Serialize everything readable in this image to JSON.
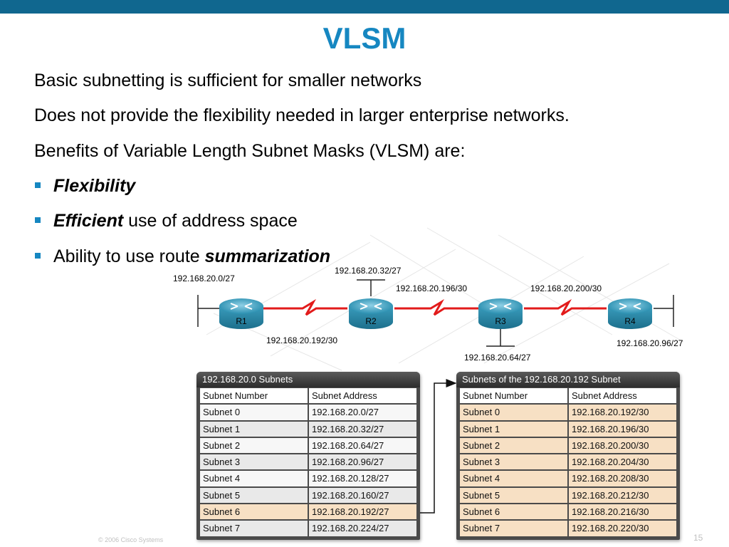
{
  "slide": {
    "title": "VLSM",
    "lines": [
      "Basic subnetting is sufficient for smaller networks",
      "Does not provide the flexibility needed in larger enterprise networks.",
      "Benefits of Variable Length Subnet Masks (VLSM) are:"
    ],
    "bullets": [
      {
        "emph": "Flexibility",
        "after": ""
      },
      {
        "emph": "Efficient",
        "after": " use of address space"
      },
      {
        "before": "Ability to use route ",
        "emph": "summarization"
      }
    ]
  },
  "diagram": {
    "routers": [
      "R1",
      "R2",
      "R3",
      "R4"
    ],
    "labels": {
      "r1_lan": "192.168.20.0/27",
      "r2_lan": "192.168.20.32/27",
      "r2_r3_link": "192.168.20.196/30",
      "r3_r4_link": "192.168.20.200/30",
      "r1_r2_link": "192.168.20.192/30",
      "r3_lan": "192.168.20.64/27",
      "r4_lan": "192.168.20.96/27"
    },
    "colors": {
      "serial_link": "#e21b1b",
      "router_body": "#2a8fb0"
    }
  },
  "table_left": {
    "title": "192.168.20.0 Subnets",
    "headers": [
      "Subnet Number",
      "Subnet Address"
    ],
    "rows": [
      [
        "Subnet 0",
        "192.168.20.0/27"
      ],
      [
        "Subnet 1",
        "192.168.20.32/27"
      ],
      [
        "Subnet 2",
        "192.168.20.64/27"
      ],
      [
        "Subnet 3",
        "192.168.20.96/27"
      ],
      [
        "Subnet 4",
        "192.168.20.128/27"
      ],
      [
        "Subnet 5",
        "192.168.20.160/27"
      ],
      [
        "Subnet 6",
        "192.168.20.192/27"
      ],
      [
        "Subnet 7",
        "192.168.20.224/27"
      ]
    ],
    "highlight_row": 6
  },
  "table_right": {
    "title": "Subnets of the 192.168.20.192 Subnet",
    "headers": [
      "Subnet Number",
      "Subnet Address"
    ],
    "rows": [
      [
        "Subnet 0",
        "192.168.20.192/30"
      ],
      [
        "Subnet 1",
        "192.168.20.196/30"
      ],
      [
        "Subnet 2",
        "192.168.20.200/30"
      ],
      [
        "Subnet 3",
        "192.168.20.204/30"
      ],
      [
        "Subnet 4",
        "192.168.20.208/30"
      ],
      [
        "Subnet 5",
        "192.168.20.212/30"
      ],
      [
        "Subnet 6",
        "192.168.20.216/30"
      ],
      [
        "Subnet 7",
        "192.168.20.220/30"
      ]
    ]
  },
  "footer": {
    "copyright": "© 2006 Cisco Systems",
    "page": "15"
  }
}
